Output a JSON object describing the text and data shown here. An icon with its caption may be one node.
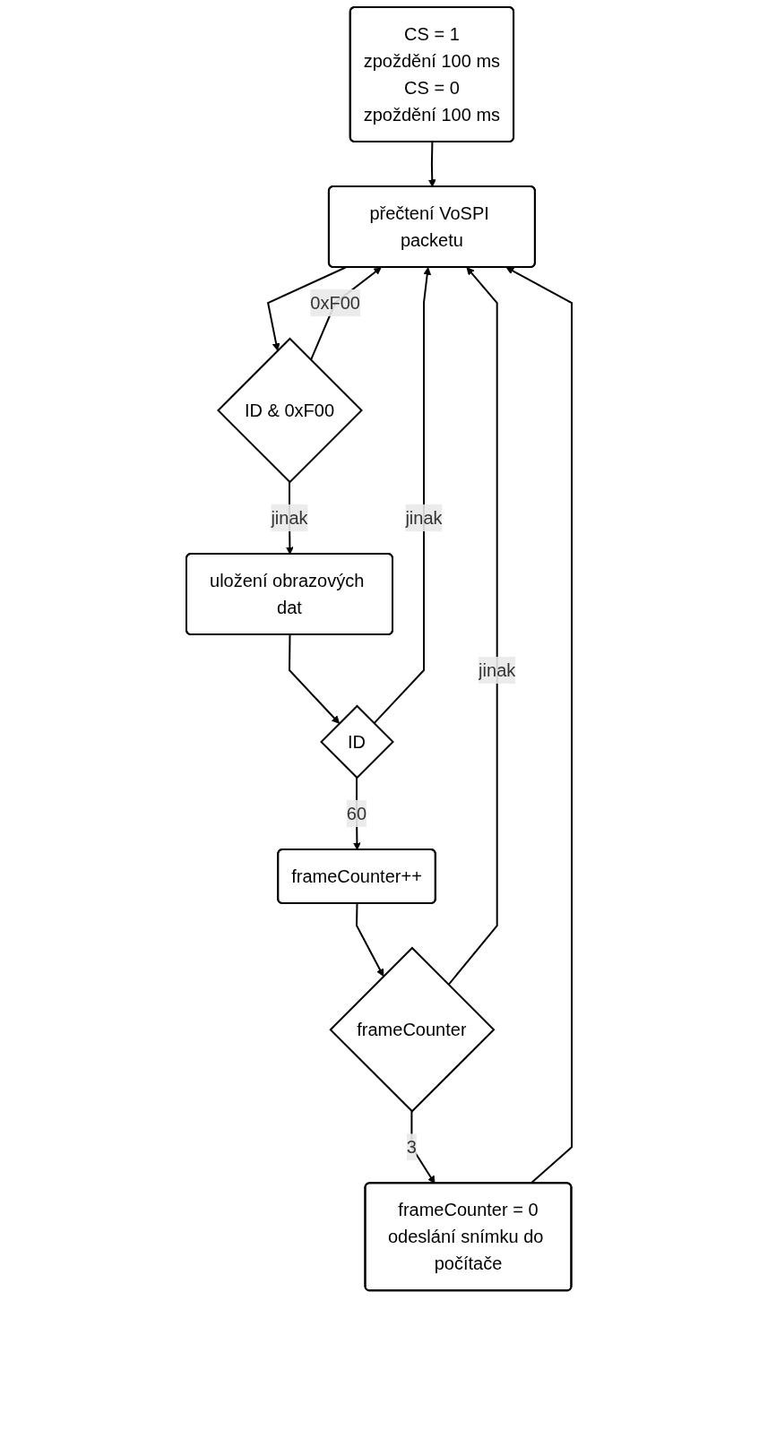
{
  "diagram": {
    "nodes": [
      {
        "text": [
          "CS = 1",
          "zpoždění 100 ms",
          "CS = 0",
          "zpoždění 100 ms"
        ]
      },
      {
        "text": [
          "přečtení VoSPI packetu"
        ]
      },
      {
        "text": [
          "ID & 0xF00"
        ]
      },
      {
        "text": [
          "uložení obrazových dat"
        ]
      },
      {
        "text": [
          "ID"
        ]
      },
      {
        "text": [
          "frameCounter++"
        ]
      },
      {
        "text": [
          "frameCounter"
        ]
      },
      {
        "text": [
          "frameCounter = 0",
          "odeslání snímku do počítače"
        ]
      }
    ],
    "edges": [
      {
        "from": 0,
        "to": 1,
        "arrow": "to"
      },
      {
        "from": 1,
        "to": 2,
        "arrow": "to"
      },
      {
        "from": 2,
        "to": 1,
        "label": "0xF00",
        "arrow": "to"
      },
      {
        "from": 2,
        "to": 3,
        "label": "jinak",
        "arrow": "to"
      },
      {
        "from": 3,
        "to": 4,
        "arrow": "to"
      },
      {
        "from": 4,
        "to": 1,
        "label": "jinak",
        "arrow": "to"
      },
      {
        "from": 4,
        "to": 5,
        "label": "60",
        "arrow": "to"
      },
      {
        "from": 5,
        "to": 6,
        "arrow": "to"
      },
      {
        "from": 6,
        "to": 1,
        "label": "jinak",
        "arrow": "to"
      },
      {
        "from": 6,
        "to": 7,
        "label": "3",
        "arrow": "to"
      },
      {
        "from": 7,
        "to": 1,
        "arrow": "to"
      }
    ]
  }
}
